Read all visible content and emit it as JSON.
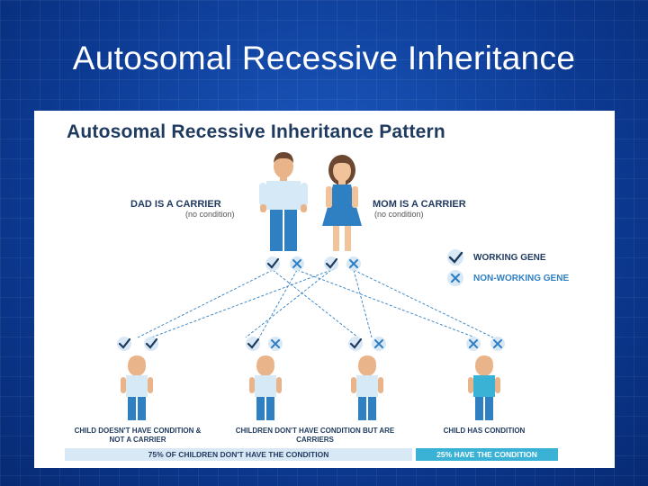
{
  "slide": {
    "title": "Autosomal Recessive Inheritance"
  },
  "figure": {
    "title": "Autosomal Recessive Inheritance Pattern",
    "dad": {
      "label": "DAD IS A CARRIER",
      "sub": "(no condition)"
    },
    "mom": {
      "label": "MOM IS A CARRIER",
      "sub": "(no condition)"
    },
    "legend": {
      "working": "WORKING GENE",
      "non_working": "NON-WORKING GENE"
    },
    "children": {
      "c1": "CHILD DOESN'T HAVE CONDITION & NOT A CARRIER",
      "c23": "CHILDREN DON'T HAVE CONDITION BUT ARE CARRIERS",
      "c4": "CHILD HAS CONDITION"
    },
    "bars": {
      "no_condition": "75% OF CHILDREN DON'T HAVE THE CONDITION",
      "condition": "25% HAVE THE CONDITION"
    },
    "colors": {
      "navy": "#1f3a5f",
      "blue": "#2f7fc3",
      "teal": "#39b2d6",
      "light": "#d9e8f5"
    }
  }
}
